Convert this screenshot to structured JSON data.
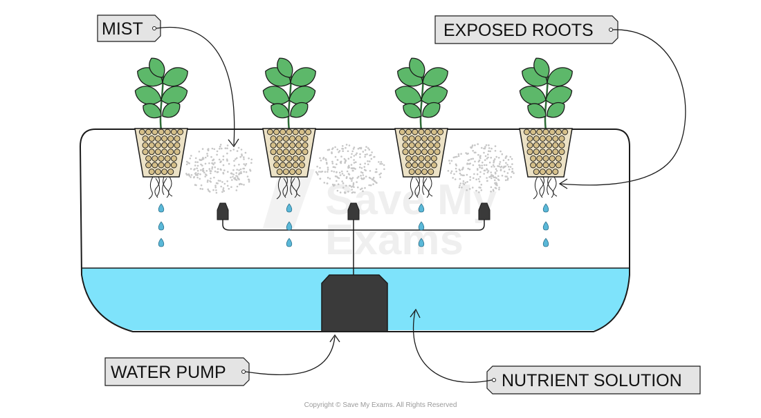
{
  "labels": {
    "mist": "MIST",
    "exposed_roots": "EXPOSED ROOTS",
    "water_pump": "WATER PUMP",
    "nutrient_solution": "NUTRIENT SOLUTION"
  },
  "watermark": {
    "line1": "Save My",
    "line2": "Exams"
  },
  "copyright": "Copyright © Save My Exams. All Rights Reserved",
  "colors": {
    "solution": "#7ee3fb",
    "leaf": "#5db86a",
    "net_pot_pellet": "#d6c08a",
    "droplet": "#5ab8d8",
    "pump": "#3a3a3a",
    "tag_fill": "#e4e4e4",
    "outline": "#1a1a1a"
  },
  "plants": [
    "plant-1",
    "plant-2",
    "plant-3",
    "plant-4"
  ]
}
